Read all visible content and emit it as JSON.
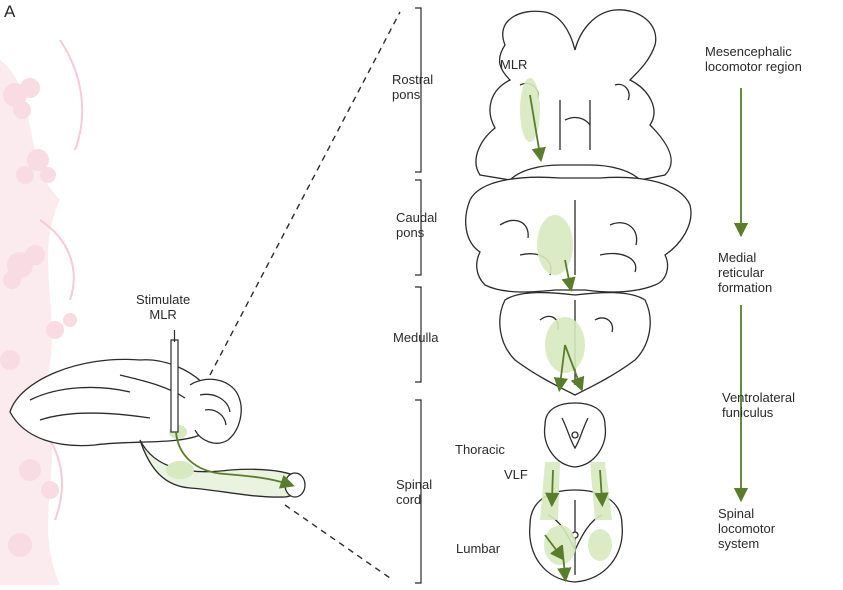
{
  "panel_label": "A",
  "stimulate_label": "Stimulate\nMLR",
  "regions": {
    "rostral_pons": "Rostral\npons",
    "caudal_pons": "Caudal\npons",
    "medulla": "Medulla",
    "spinal_cord": "Spinal\ncord"
  },
  "section_labels": {
    "mlr": "MLR",
    "thoracic": "Thoracic",
    "vlf": "VLF",
    "lumbar": "Lumbar"
  },
  "pathway": {
    "mesencephalic": "Mesencephalic\nlocomotor region",
    "reticular": "Medial\nreticular\nformation",
    "ventrolateral": "Ventrolateral\nfuniculus",
    "spinal_system": "Spinal\nlocomotor\nsystem"
  },
  "colors": {
    "highlight": "#d6e9bf",
    "arrow": "#5a7d2a",
    "line": "#2b2b2b",
    "watermark": "#f6cfd9"
  }
}
